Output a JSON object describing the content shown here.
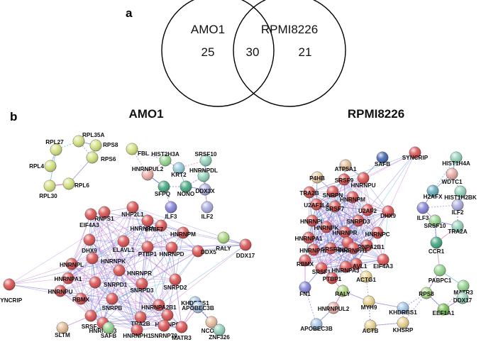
{
  "panel_a": {
    "letter": "a",
    "sets": [
      {
        "name": "AMO1",
        "only_count": "25"
      },
      {
        "name": "RPMI8226",
        "only_count": "21"
      }
    ],
    "intersection_count": "30"
  },
  "panel_b": {
    "letter": "b",
    "networks": [
      {
        "title": "AMO1",
        "nodes": [
          {
            "label": "RPL35A",
            "color": "#d3e07a"
          },
          {
            "label": "RPL27",
            "color": "#d3e07a"
          },
          {
            "label": "RPS8",
            "color": "#d3e07a"
          },
          {
            "label": "FBL",
            "color": "#d3e07a"
          },
          {
            "label": "RPS6",
            "color": "#d3e07a"
          },
          {
            "label": "RPL4",
            "color": "#d3e07a"
          },
          {
            "label": "RPL6",
            "color": "#d3e07a"
          },
          {
            "label": "RPL30",
            "color": "#d3e07a"
          },
          {
            "label": "HIST2H3A",
            "color": "#8fd38a"
          },
          {
            "label": "SRSF10",
            "color": "#8fd0b8"
          },
          {
            "label": "HNRNPUL2",
            "color": "#e8a7a0"
          },
          {
            "label": "KRT2",
            "color": "#8fc7d8"
          },
          {
            "label": "HNRNPDL",
            "color": "#8fd0b8"
          },
          {
            "label": "SFPQ",
            "color": "#3aa37a"
          },
          {
            "label": "NONO",
            "color": "#3aa37a"
          },
          {
            "label": "DDX3X",
            "color": "#a8a8e0"
          },
          {
            "label": "ILF3",
            "color": "#7f7fd8"
          },
          {
            "label": "ILF2",
            "color": "#a8a8e0"
          },
          {
            "label": "NHP2L1",
            "color": "#d94a4a"
          },
          {
            "label": "RNPS1",
            "color": "#d94a4a"
          },
          {
            "label": "EIF4A3",
            "color": "#d94a4a"
          },
          {
            "label": "HNRNPA0",
            "color": "#d94a4a"
          },
          {
            "label": "SRSF7",
            "color": "#d94a4a"
          },
          {
            "label": "HNRNPM",
            "color": "#d94a4a"
          },
          {
            "label": "RALY",
            "color": "#a8d67a"
          },
          {
            "label": "DHX9",
            "color": "#d94a4a"
          },
          {
            "label": "ELAVL1",
            "color": "#d94a4a"
          },
          {
            "label": "PTBP1",
            "color": "#d94a4a"
          },
          {
            "label": "HNRNPD",
            "color": "#d94a4a"
          },
          {
            "label": "DDX5",
            "color": "#d94a4a"
          },
          {
            "label": "DDX17",
            "color": "#d94a4a"
          },
          {
            "label": "HNRNPK",
            "color": "#d94a4a"
          },
          {
            "label": "HNRNPL",
            "color": "#d94a4a"
          },
          {
            "label": "HNRNPA1",
            "color": "#d94a4a"
          },
          {
            "label": "HNRNPR",
            "color": "#d94a4a"
          },
          {
            "label": "SNRPD1",
            "color": "#d94a4a"
          },
          {
            "label": "SNRPD3",
            "color": "#d94a4a"
          },
          {
            "label": "SNRPD2",
            "color": "#d94a4a"
          },
          {
            "label": "KHDRBS1",
            "color": "#9fc3e8"
          },
          {
            "label": "SYNCRIP",
            "color": "#d94a4a"
          },
          {
            "label": "HNRNPU",
            "color": "#d94a4a"
          },
          {
            "label": "RBMX",
            "color": "#d94a4a"
          },
          {
            "label": "SNRPB",
            "color": "#d94a4a"
          },
          {
            "label": "HNRNPA2B1",
            "color": "#d94a4a"
          },
          {
            "label": "APOBEC3B",
            "color": "#9fc3e8"
          },
          {
            "label": "HNRNPC",
            "color": "#d94a4a"
          },
          {
            "label": "TRA2B",
            "color": "#d94a4a"
          },
          {
            "label": "SRSF3",
            "color": "#d94a4a"
          },
          {
            "label": "HNRNPA3",
            "color": "#d94a4a"
          },
          {
            "label": "HNRNPH1",
            "color": "#d94a4a"
          },
          {
            "label": "NCOA5",
            "color": "#e8b89a"
          },
          {
            "label": "SLTM",
            "color": "#e0b88f"
          },
          {
            "label": "SAFB",
            "color": "#8fd38a"
          },
          {
            "label": "SNRNP70",
            "color": "#d94a4a"
          },
          {
            "label": "MATR3",
            "color": "#d94a4a"
          },
          {
            "label": "ZNF326",
            "color": "#8fd0b8"
          }
        ]
      },
      {
        "title": "RPMI8226",
        "nodes": [
          {
            "label": "SYNCRIP",
            "color": "#d94a4a"
          },
          {
            "label": "ATP5A1",
            "color": "#e0b88f"
          },
          {
            "label": "SAFB",
            "color": "#3a5fa8"
          },
          {
            "label": "HIST1H4A",
            "color": "#8fd0b8"
          },
          {
            "label": "P4HB",
            "color": "#e8c89a"
          },
          {
            "label": "SRSF9",
            "color": "#d94a4a"
          },
          {
            "label": "HNRNPU",
            "color": "#d94a4a"
          },
          {
            "label": "WDTC1",
            "color": "#e8a7a0"
          },
          {
            "label": "TRA2B",
            "color": "#d94a4a"
          },
          {
            "label": "SNRPN",
            "color": "#d94a4a"
          },
          {
            "label": "HNRNPM",
            "color": "#d94a4a"
          },
          {
            "label": "H2AFX",
            "color": "#5fa8b8"
          },
          {
            "label": "HIST1H2BK",
            "color": "#8fd0b8"
          },
          {
            "label": "U2AF1L4",
            "color": "#d94a4a"
          },
          {
            "label": "SRSF7",
            "color": "#d94a4a"
          },
          {
            "label": "U2AF2",
            "color": "#d94a4a"
          },
          {
            "label": "DHX9",
            "color": "#d94a4a"
          },
          {
            "label": "HNRNPL",
            "color": "#d94a4a"
          },
          {
            "label": "SNRPD3",
            "color": "#d94a4a"
          },
          {
            "label": "ILF2",
            "color": "#a8a8e0"
          },
          {
            "label": "HNRNPK",
            "color": "#d94a4a"
          },
          {
            "label": "HNRNPR",
            "color": "#d94a4a"
          },
          {
            "label": "ILF3",
            "color": "#7f7fd8"
          },
          {
            "label": "HNRNPA1",
            "color": "#d94a4a"
          },
          {
            "label": "HNRNPC",
            "color": "#d94a4a"
          },
          {
            "label": "SRSF10",
            "color": "#8fd38a"
          },
          {
            "label": "TRA2A",
            "color": "#8fd0b8"
          },
          {
            "label": "HNRNPF",
            "color": "#d94a4a"
          },
          {
            "label": "HNRNPA2B1",
            "color": "#d94a4a"
          },
          {
            "label": "HNRNPH2",
            "color": "#d94a4a"
          },
          {
            "label": "SRSF3",
            "color": "#d94a4a"
          },
          {
            "label": "HNRNPH1",
            "color": "#d94a4a"
          },
          {
            "label": "CCR1",
            "color": "#3aa37a"
          },
          {
            "label": "RBMX",
            "color": "#d94a4a"
          },
          {
            "label": "ELAVL1",
            "color": "#d94a4a"
          },
          {
            "label": "EIF4A3",
            "color": "#d94a4a"
          },
          {
            "label": "SRSF1",
            "color": "#d94a4a"
          },
          {
            "label": "PTBP1",
            "color": "#d94a4a"
          },
          {
            "label": "HNRNPA3",
            "color": "#d94a4a"
          },
          {
            "label": "PABPC1",
            "color": "#8fd38a"
          },
          {
            "label": "FN1",
            "color": "#7f7fd8"
          },
          {
            "label": "RALY",
            "color": "#a8d67a"
          },
          {
            "label": "ACTG1",
            "color": "#e8d08a"
          },
          {
            "label": "MATR3",
            "color": "#8fd38a"
          },
          {
            "label": "RPS8",
            "color": "#a8d67a"
          },
          {
            "label": "DDX17",
            "color": "#8fd0b8"
          },
          {
            "label": "HNRNPUL2",
            "color": "#e8a7a0"
          },
          {
            "label": "MYH9",
            "color": "#e8d08a"
          },
          {
            "label": "KHDRBS1",
            "color": "#9fc3e8"
          },
          {
            "label": "EEF1A1",
            "color": "#6fb84a"
          },
          {
            "label": "APOBEC3B",
            "color": "#9fc3e8"
          },
          {
            "label": "ACTB",
            "color": "#e8d08a"
          },
          {
            "label": "KHSRP",
            "color": "#e8d08a"
          }
        ]
      }
    ]
  }
}
